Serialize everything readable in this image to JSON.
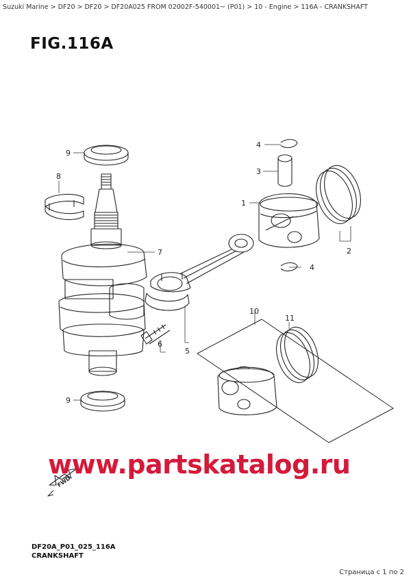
{
  "breadcrumb": "Suzuki Marine > DF20 > DF20 > DF20A025 FROM 02002F-540001~ (P01) > 10 - Engine > 116A - CRANKSHAFT",
  "figure_title": "FIG.116A",
  "callouts": {
    "c1": "1",
    "c2": "2",
    "c3": "3",
    "c4a": "4",
    "c4b": "4",
    "c5": "5",
    "c6": "6",
    "c7": "7",
    "c8": "8",
    "c9a": "9",
    "c9b": "9",
    "c10": "10",
    "c11": "11"
  },
  "fwd_label": "FWD",
  "watermark": "www.partskatalog.ru",
  "diagram_code": "DF20A_P01_025_116A",
  "caption": "CRANKSHAFT",
  "pager": "Страница с 1 по 2",
  "colors": {
    "callout_line": "#b03030",
    "watermark": "#d41a3a"
  }
}
